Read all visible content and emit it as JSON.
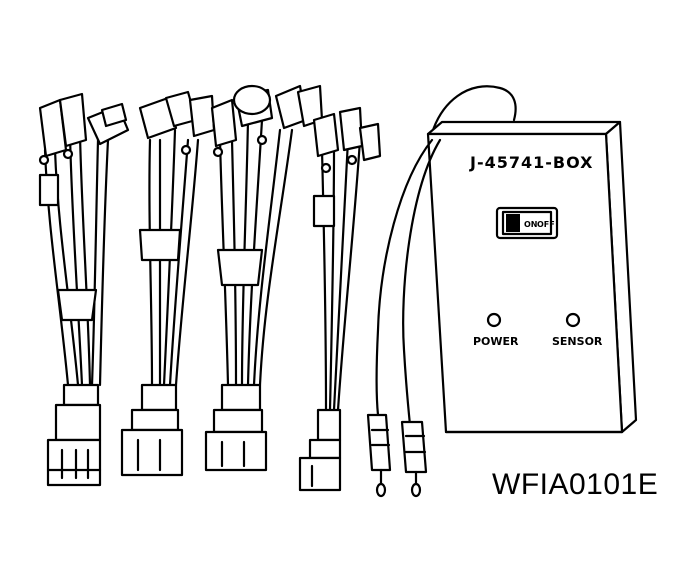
{
  "diagram": {
    "box_label": "J-45741-BOX",
    "switch_on_label": "ON",
    "switch_off_label": "OFF",
    "power_label": "POWER",
    "sensor_label": "SENSOR",
    "figure_id": "WFIA0101E"
  },
  "colors": {
    "ink": "#000000",
    "paper": "#ffffff"
  }
}
